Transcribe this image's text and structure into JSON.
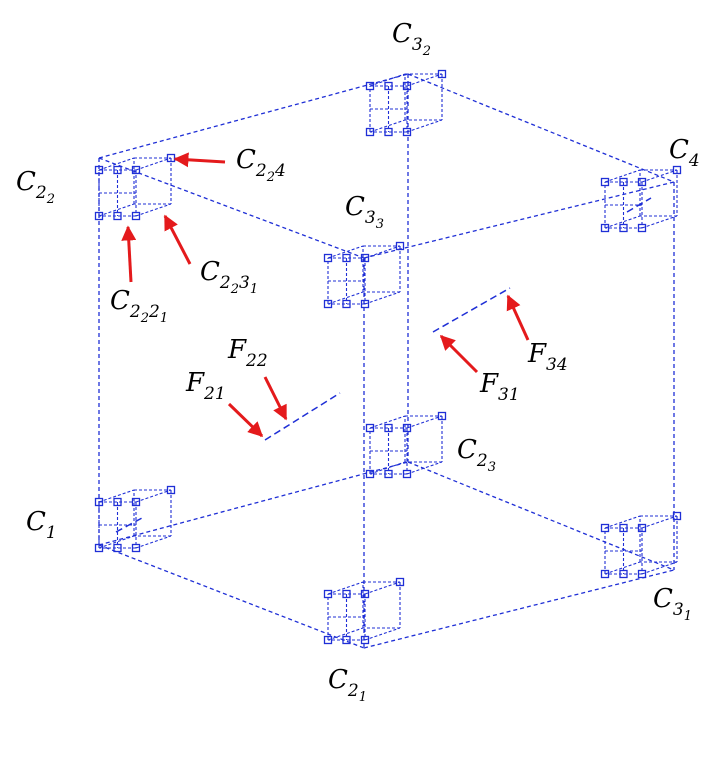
{
  "diagram": {
    "line_color": "#1f2fd6",
    "arrow_color": "#e41a1c",
    "text_color": "#000000"
  },
  "labels": {
    "C32": {
      "base": "C",
      "sub": "3",
      "subsub": "2"
    },
    "C4": {
      "base": "C",
      "sub": "4"
    },
    "C22": {
      "base": "C",
      "sub": "2",
      "subsub": "2"
    },
    "C224": {
      "base": "C",
      "sub": "2",
      "subsub": "2",
      "tail": "4"
    },
    "C33": {
      "base": "C",
      "sub": "3",
      "subsub": "3"
    },
    "C2231": {
      "base": "C",
      "sub": "2",
      "subsub": "2",
      "tail": "3",
      "tailsub": "1"
    },
    "C2221": {
      "base": "C",
      "sub": "2",
      "subsub": "2",
      "tail": "2",
      "tailsub": "1"
    },
    "F22": {
      "base": "F",
      "sub": "22"
    },
    "F21": {
      "base": "F",
      "sub": "21"
    },
    "F31": {
      "base": "F",
      "sub": "31"
    },
    "F34": {
      "base": "F",
      "sub": "34"
    },
    "C23": {
      "base": "C",
      "sub": "2",
      "subsub": "3"
    },
    "C1": {
      "base": "C",
      "sub": "1"
    },
    "C31": {
      "base": "C",
      "sub": "3",
      "subsub": "1"
    },
    "C21": {
      "base": "C",
      "sub": "2",
      "subsub": "1"
    }
  }
}
